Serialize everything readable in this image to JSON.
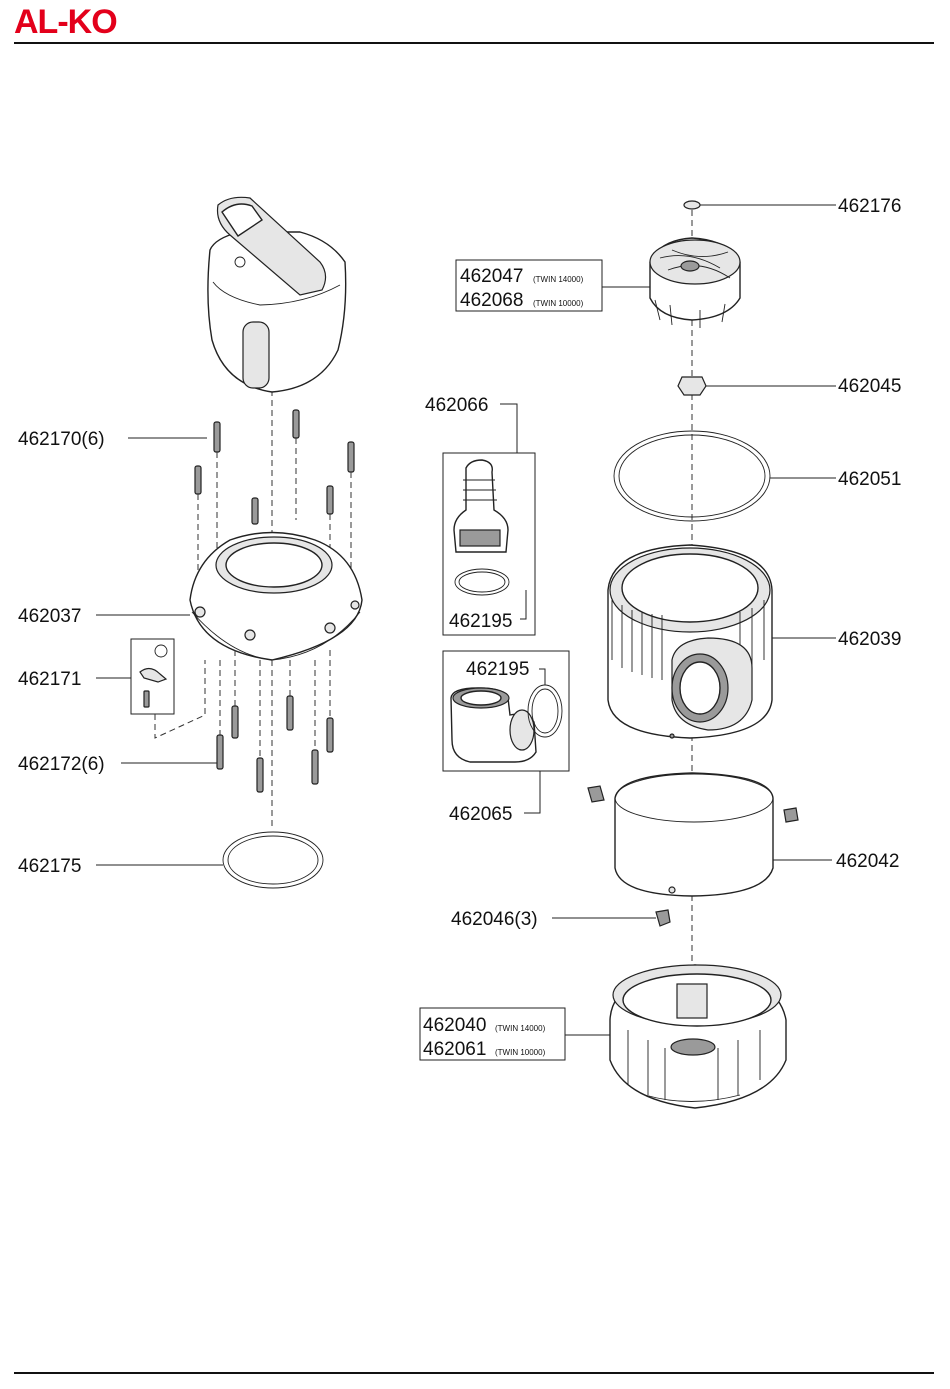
{
  "header": {
    "logo_text": "AL-KO"
  },
  "parts": {
    "p462176": "462176",
    "p462047": "462047",
    "p462047_note": "(TWIN 14000)",
    "p462068": "462068",
    "p462068_note": "(TWIN 10000)",
    "p462045": "462045",
    "p462066": "462066",
    "p462051": "462051",
    "p462195_a": "462195",
    "p462195_b": "462195",
    "p462039": "462039",
    "p462065": "462065",
    "p462042": "462042",
    "p462046": "462046(3)",
    "p462040": "462040",
    "p462040_note": "(TWIN 14000)",
    "p462061": "462061",
    "p462061_note": "(TWIN 10000)",
    "p462170": "462170(6)",
    "p462037": "462037",
    "p462171": "462171",
    "p462172": "462172(6)",
    "p462175": "462175"
  }
}
